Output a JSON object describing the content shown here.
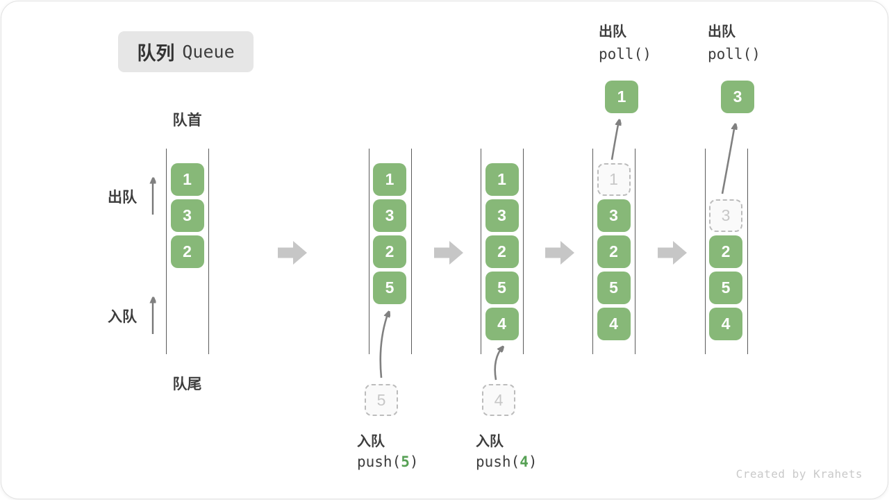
{
  "badge": {
    "zh": "队列",
    "en": "Queue"
  },
  "labels": {
    "front": "队首",
    "rear": "队尾",
    "dequeue": "出队",
    "enqueue": "入队"
  },
  "watermark": "Created by Krahets",
  "colors": {
    "box_green": "#87b878",
    "code_green": "#56a054",
    "ghost_border": "#bcbcbc",
    "ghost_text": "#c7c7c7",
    "text_dark": "#3d3d3d",
    "wall": "#5a5a5a",
    "thin_arrow": "#808080",
    "block_arrow": "#c6c6c6",
    "badge_bg": "#e6e6e6",
    "watermark_text": "#c9c9c9"
  },
  "states": [
    {
      "name": "state-1-initial",
      "slots": [
        {
          "type": "filled",
          "value": "1"
        },
        {
          "type": "filled",
          "value": "3"
        },
        {
          "type": "filled",
          "value": "2"
        }
      ]
    },
    {
      "name": "state-2-after-push-5",
      "slots": [
        {
          "type": "filled",
          "value": "1"
        },
        {
          "type": "filled",
          "value": "3"
        },
        {
          "type": "filled",
          "value": "2"
        },
        {
          "type": "filled",
          "value": "5"
        }
      ],
      "enqueue": {
        "label": "入队",
        "value": "5",
        "code_pre": "push(",
        "code_arg": "5",
        "code_post": ")"
      }
    },
    {
      "name": "state-3-after-push-4",
      "slots": [
        {
          "type": "filled",
          "value": "1"
        },
        {
          "type": "filled",
          "value": "3"
        },
        {
          "type": "filled",
          "value": "2"
        },
        {
          "type": "filled",
          "value": "5"
        },
        {
          "type": "filled",
          "value": "4"
        }
      ],
      "enqueue": {
        "label": "入队",
        "value": "4",
        "code_pre": "push(",
        "code_arg": "4",
        "code_post": ")"
      }
    },
    {
      "name": "state-4-after-poll-1",
      "slots": [
        {
          "type": "ghost",
          "value": "1"
        },
        {
          "type": "filled",
          "value": "3"
        },
        {
          "type": "filled",
          "value": "2"
        },
        {
          "type": "filled",
          "value": "5"
        },
        {
          "type": "filled",
          "value": "4"
        }
      ],
      "dequeue": {
        "label": "出队",
        "code": "poll()",
        "value": "1"
      }
    },
    {
      "name": "state-5-after-poll-3",
      "slots": [
        {
          "type": "empty"
        },
        {
          "type": "ghost",
          "value": "3"
        },
        {
          "type": "filled",
          "value": "2"
        },
        {
          "type": "filled",
          "value": "5"
        },
        {
          "type": "filled",
          "value": "4"
        }
      ],
      "dequeue": {
        "label": "出队",
        "code": "poll()",
        "value": "3"
      }
    }
  ]
}
